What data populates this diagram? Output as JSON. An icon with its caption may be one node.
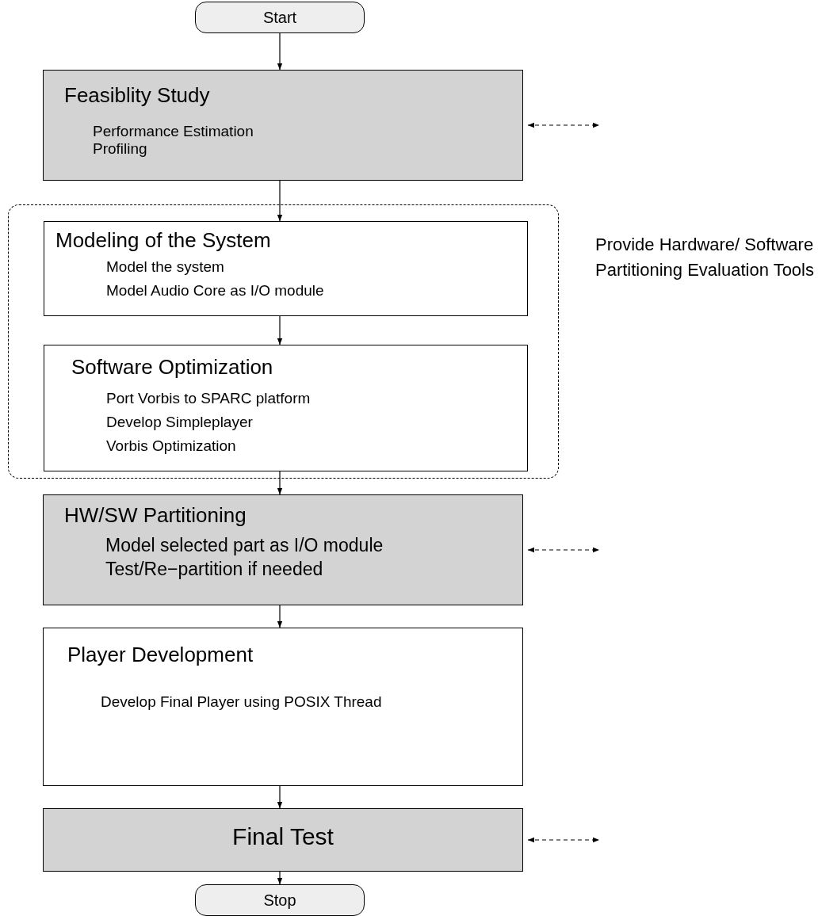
{
  "diagram": {
    "nodes": [
      {
        "text": [
          "Start"
        ]
      },
      {
        "text": [
          "Feasiblity Study",
          "Performance Estimation",
          "Profiling"
        ]
      },
      {
        "text": [
          "Provide Hardware/ Software Partitioning Evaluation Tools"
        ]
      },
      {
        "text": [
          "Modeling of the System",
          "Model the system",
          "Model Audio Core as I/O module"
        ],
        "in": 2
      },
      {
        "text": [
          "Software Optimization",
          "Port Vorbis to SPARC platform",
          "Develop Simpleplayer",
          "Vorbis Optimization"
        ],
        "in": 2
      },
      {
        "text": [
          "HW/SW Partitioning",
          "Model selected part as I/O module",
          "Test/Re−partition if needed"
        ]
      },
      {
        "text": [
          "Player Development",
          "Develop Final Player using POSIX Thread"
        ]
      },
      {
        "text": [
          "Final Test"
        ]
      },
      {
        "text": [
          "Stop"
        ]
      }
    ],
    "edges": [
      {
        "from": 0,
        "to": 1,
        "arrow": "to"
      },
      {
        "from": 1,
        "to": 3,
        "arrow": "to"
      },
      {
        "from": 3,
        "to": 4,
        "arrow": "to"
      },
      {
        "from": 4,
        "to": 5,
        "arrow": "to"
      },
      {
        "from": 5,
        "to": 6,
        "arrow": "to"
      },
      {
        "from": 6,
        "to": 7,
        "arrow": "to"
      },
      {
        "from": 7,
        "to": 8,
        "arrow": "to"
      },
      {
        "from": 1,
        "to": null,
        "arrow": "both",
        "style": "dashed"
      },
      {
        "from": 5,
        "to": null,
        "arrow": "both",
        "style": "dashed"
      },
      {
        "from": 7,
        "to": null,
        "arrow": "both",
        "style": "dashed"
      }
    ]
  }
}
